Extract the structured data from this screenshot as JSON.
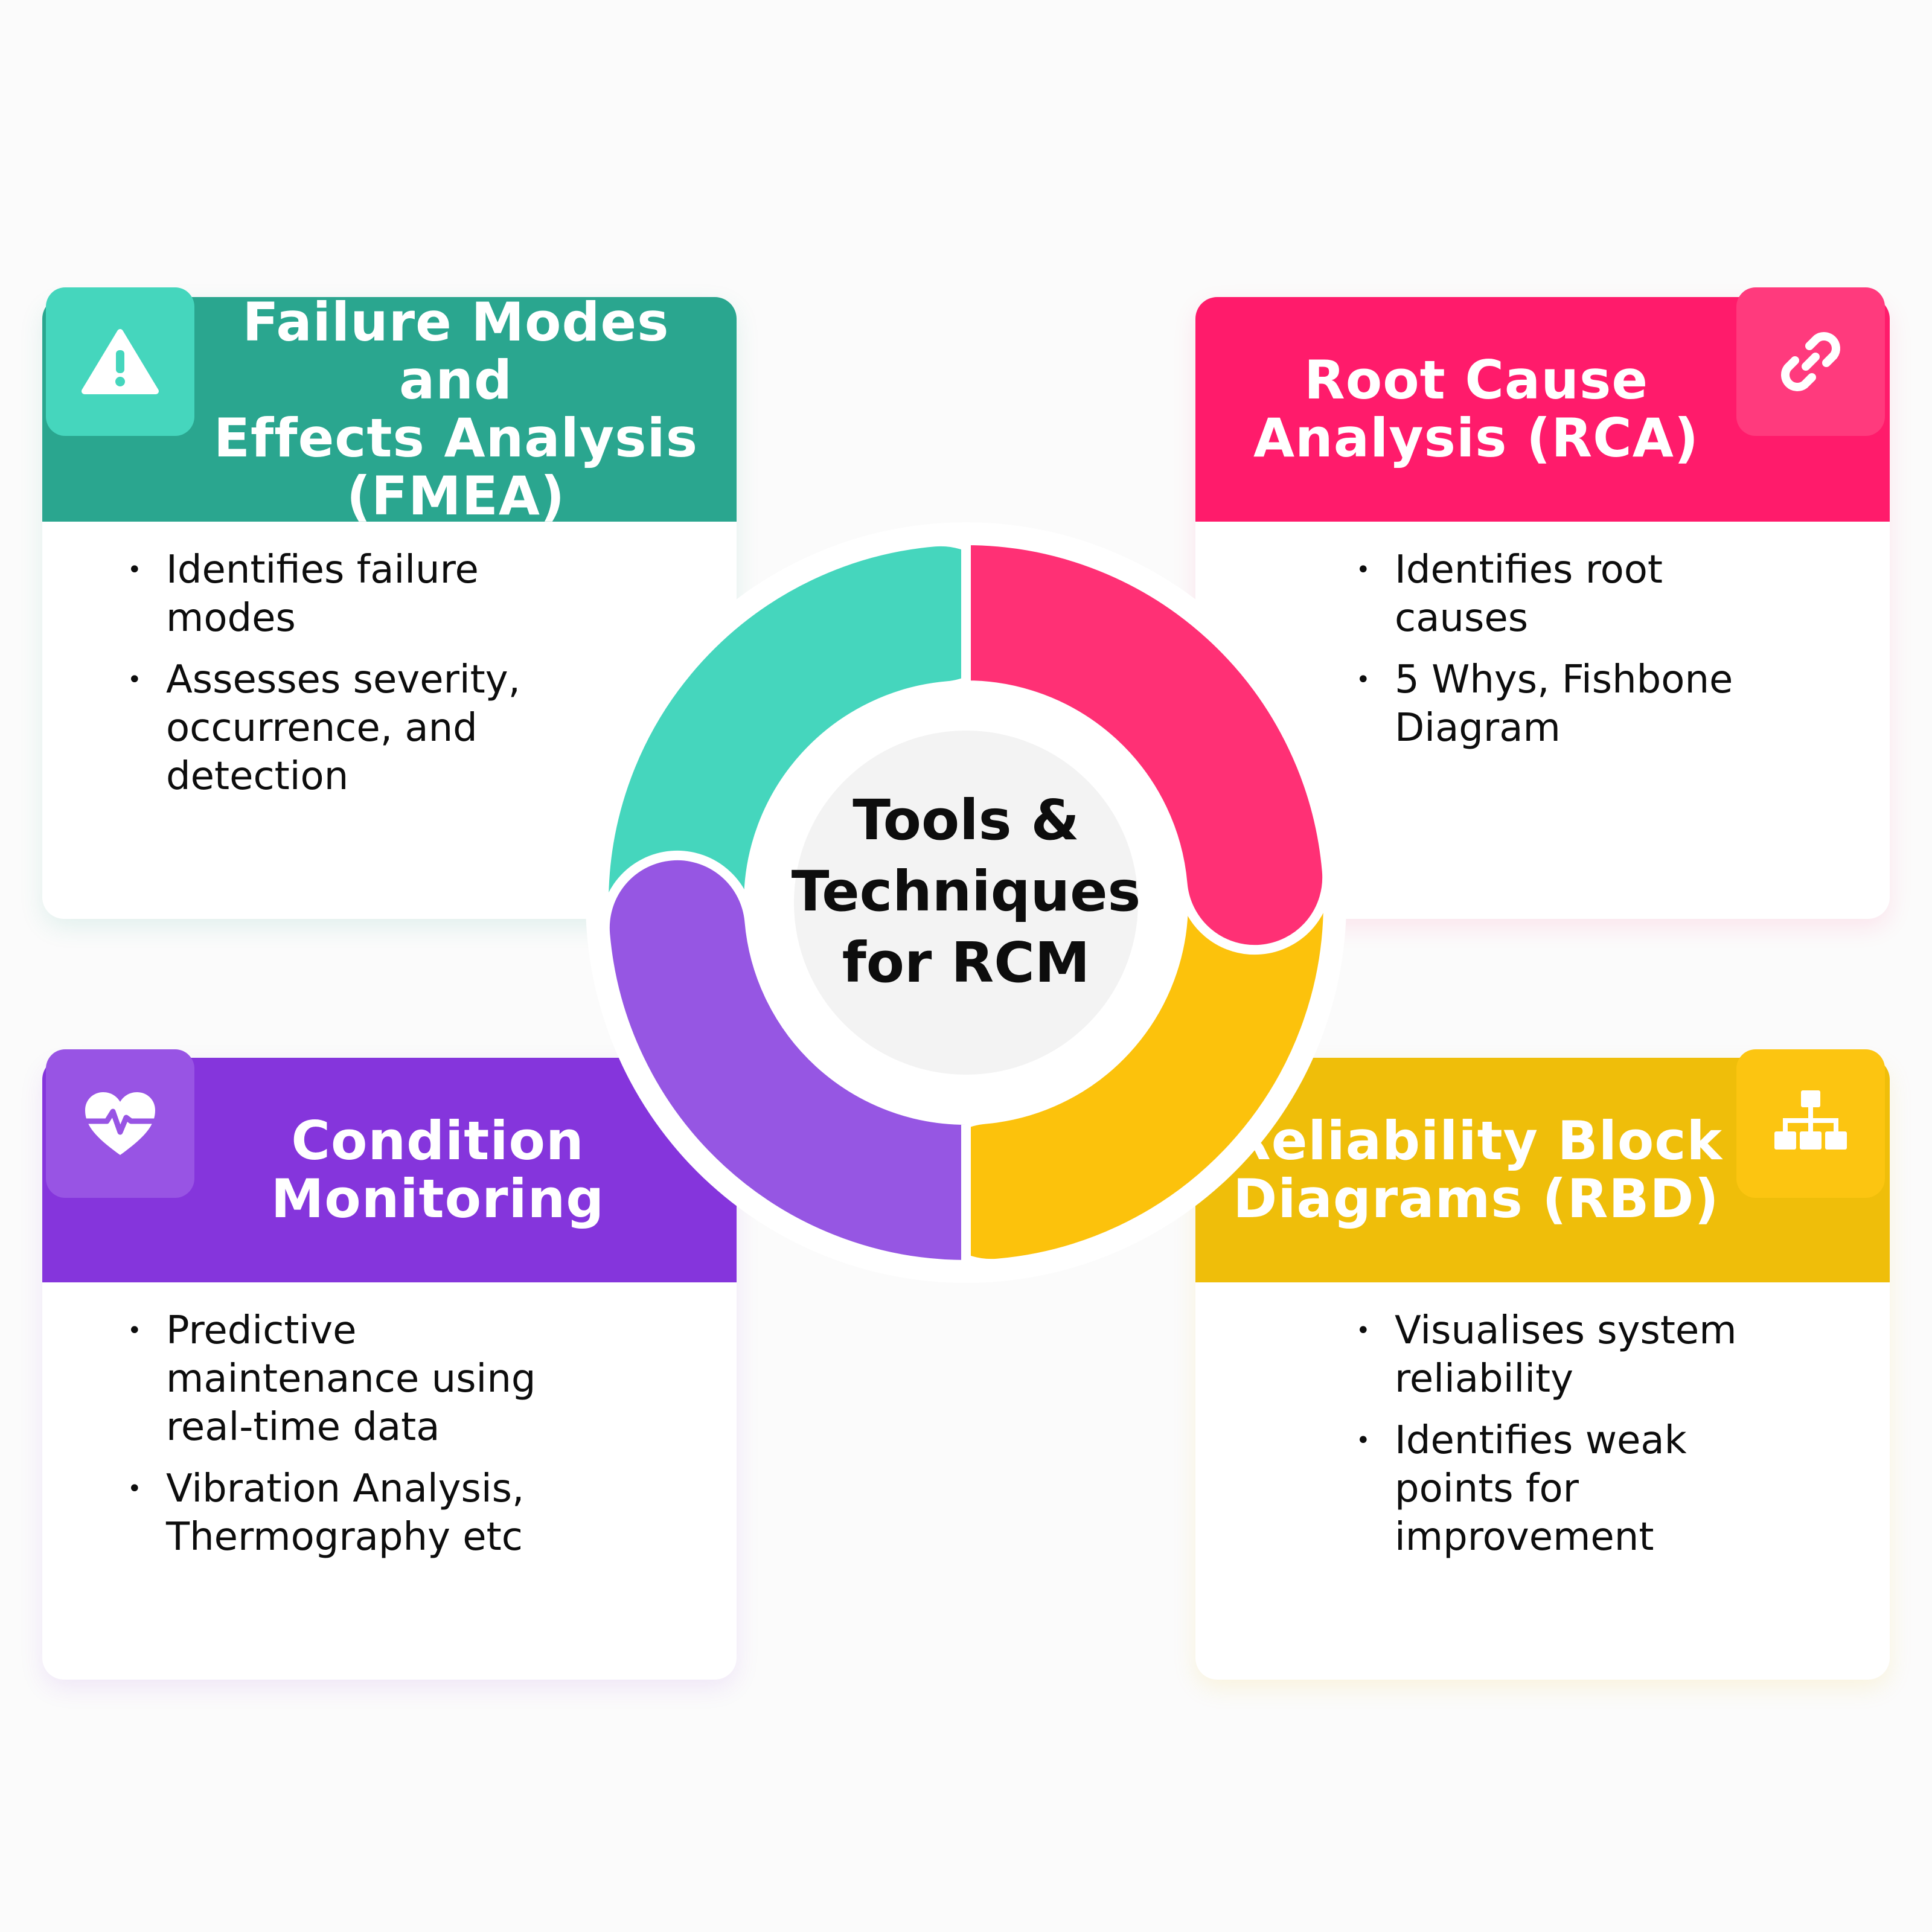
{
  "center": {
    "line1": "Tools &",
    "line2": "Techniques",
    "line3": "for RCM"
  },
  "cards": {
    "fmea": {
      "title_line1": "Failure Modes and",
      "title_line2": "Effects Analysis",
      "title_line3": "(FMEA)",
      "bullet1": "Identifies failure modes",
      "bullet2": "Assesses severity, occurrence, and detection",
      "icon": "warning-icon",
      "color": "#2aa68f",
      "tile_color": "#45d6bd"
    },
    "rca": {
      "title_line1": "Root Cause",
      "title_line2": "Analysis (RCA)",
      "bullet1": "Identifies root causes",
      "bullet2": "5 Whys, Fishbone Diagram",
      "icon": "link-icon",
      "color": "#ff1b6b",
      "tile_color": "#ff3a7d"
    },
    "condition": {
      "title_line1": "Condition",
      "title_line2": "Monitoring",
      "bullet1": "Predictive maintenance using real-time data",
      "bullet2": "Vibration Analysis, Thermography etc",
      "icon": "heart-pulse-icon",
      "color": "#8535dc",
      "tile_color": "#9854e4"
    },
    "rbd": {
      "title_line1": "Reliability Block",
      "title_line2": "Diagrams (RBD)",
      "bullet1": "Visualises system reliability",
      "bullet2": "Identifies weak points for improvement",
      "icon": "hierarchy-icon",
      "color": "#efbe0a",
      "tile_color": "#fcc511"
    }
  },
  "cycle_colors": {
    "teal": "#45d6bd",
    "pink": "#ff3075",
    "yellow": "#fcc20c",
    "purple": "#9656e3"
  }
}
